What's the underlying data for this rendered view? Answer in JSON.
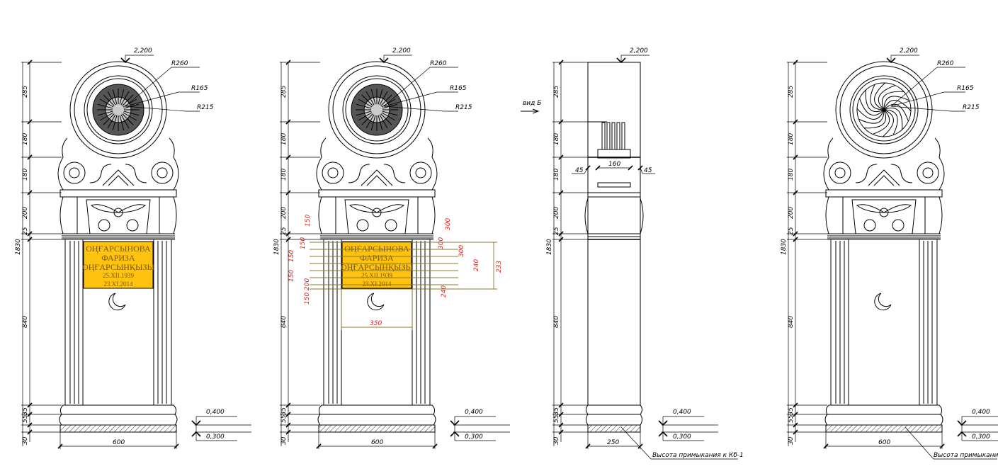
{
  "colors": {
    "plaque": "#FFC20E",
    "red_dims": "#e0201a",
    "olive_lines": "#8a7a2a"
  },
  "common": {
    "top_level": "2,200",
    "vertical_dims": [
      "285",
      "180",
      "180",
      "200",
      "25",
      "840",
      "35",
      "55",
      "30"
    ],
    "total_height": "1830",
    "radii": [
      "R260",
      "R165",
      "R215"
    ],
    "width": "600",
    "levels": [
      "0,400",
      "0,300"
    ]
  },
  "plaque": {
    "lines": [
      "ОҢҒАРСЫНОВА",
      "ФАРИЗА",
      "ОҢҒАРСЫНҚЫЗЫ",
      "25.XII.1939",
      "23.XI.2014"
    ]
  },
  "view2": {
    "left_dims": [
      "150",
      "150",
      "150",
      "150",
      "200",
      "150"
    ],
    "right_dims": [
      "300",
      "300",
      "300",
      "240",
      "240"
    ],
    "total_right": "233",
    "plaque_width": "350"
  },
  "view3": {
    "view_label": "вид Б",
    "center_width": "160",
    "side_left": "45",
    "side_right": "45",
    "base_width": "250",
    "note": "Высота примыкания к Кб-1"
  },
  "view4": {
    "note": "Высота примыкания"
  }
}
